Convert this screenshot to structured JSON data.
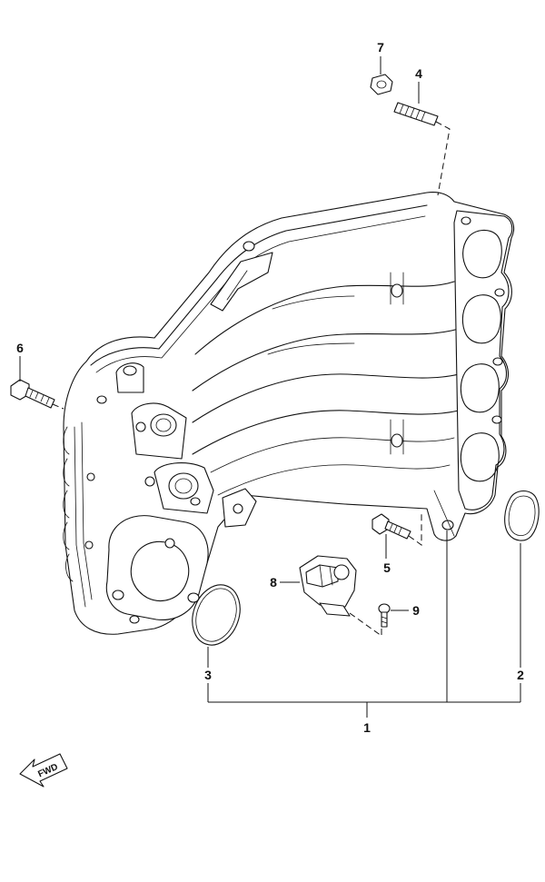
{
  "callouts": {
    "c1": "1",
    "c2": "2",
    "c3": "3",
    "c4": "4",
    "c5": "5",
    "c6": "6",
    "c7": "7",
    "c8": "8",
    "c9": "9"
  },
  "fwd_label": "FWD"
}
